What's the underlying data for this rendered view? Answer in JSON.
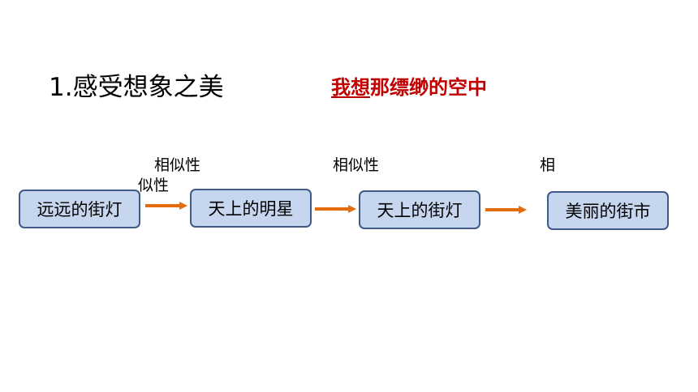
{
  "slide": {
    "title": "1.感受想象之美",
    "subtitle_underlined": "我想",
    "subtitle_rest": "那缥缈的空中",
    "subtitle_color": "#c00000"
  },
  "diagram": {
    "nodes": [
      {
        "label": "远远的街灯"
      },
      {
        "label": "天上的明星"
      },
      {
        "label": "天上的街灯"
      },
      {
        "label": "美丽的街市"
      }
    ],
    "relations": [
      {
        "line1": "相似性",
        "line2": "似性"
      },
      {
        "line1": "相似性"
      },
      {
        "line1": "相"
      }
    ],
    "node_fill": "#c6d6ee",
    "node_border": "#3f5a86",
    "arrow_color": "#e46c0a"
  }
}
